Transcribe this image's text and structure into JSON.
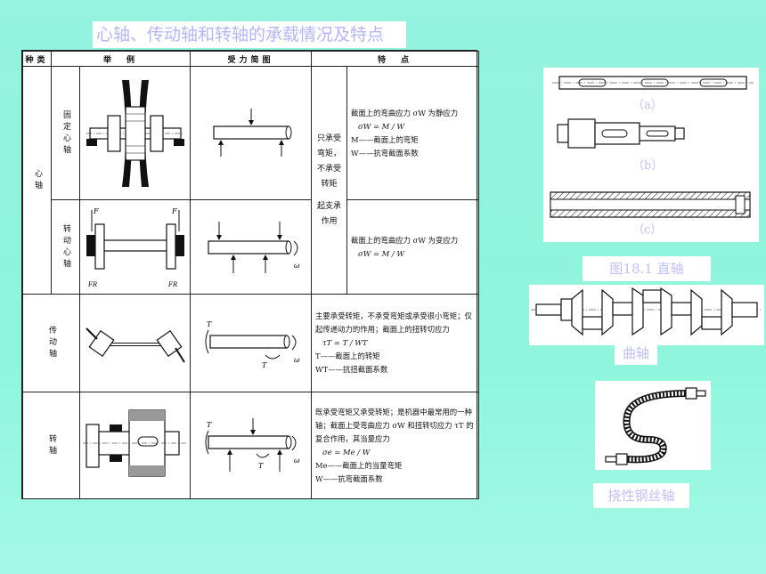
{
  "title": "心轴、传动轴和转轴的承载情况及特点",
  "table": {
    "headers": [
      "种类",
      "举　例",
      "受力简图",
      "特　点"
    ],
    "groups": {
      "mandrel": "心轴",
      "drive": "传动轴",
      "rotating": "转轴"
    },
    "rows": {
      "fixed": "固定心轴",
      "rotating_mandrel": "转动心轴"
    },
    "labels": {
      "F": "F",
      "FR": "FR",
      "T": "T",
      "omega": "ω"
    },
    "middle_note": {
      "line1": "只承受弯矩，不承受转矩",
      "line2": "起支承作用"
    },
    "features": {
      "fixed_line1": "截面上的弯曲应力 σW 为静应力",
      "fixed_eq": "σW = M / W",
      "fixed_def1": "M——截面上的弯矩",
      "fixed_def2": "W——抗弯截面系数",
      "rot_line1": "截面上的弯曲应力 σW 为变应力",
      "rot_eq": "σW = M / W",
      "drive_text": "主要承受转矩，不承受弯矩或承受很小弯矩；仅起传递动力的作用；截面上的扭转切应力",
      "drive_eq": "τT = T / WT",
      "drive_def1": "T——截面上的转矩",
      "drive_def2": "WT——抗扭截面系数",
      "shaft_text": "既承受弯矩又承受转矩；是机器中最常用的一种轴；截面上受弯曲应力 σW 和扭转切应力 τT 的复合作用，其当量应力",
      "shaft_eq": "σe = Me / W",
      "shaft_def1": "Me——截面上的当量弯矩",
      "shaft_def2": "W——抗弯截面系数"
    }
  },
  "figures": {
    "a": "（a）",
    "b": "（b）",
    "c": "（c）",
    "straight_caption": "图18.1  直轴",
    "crank_caption": "曲轴",
    "flex_caption": "挠性钢丝轴"
  }
}
